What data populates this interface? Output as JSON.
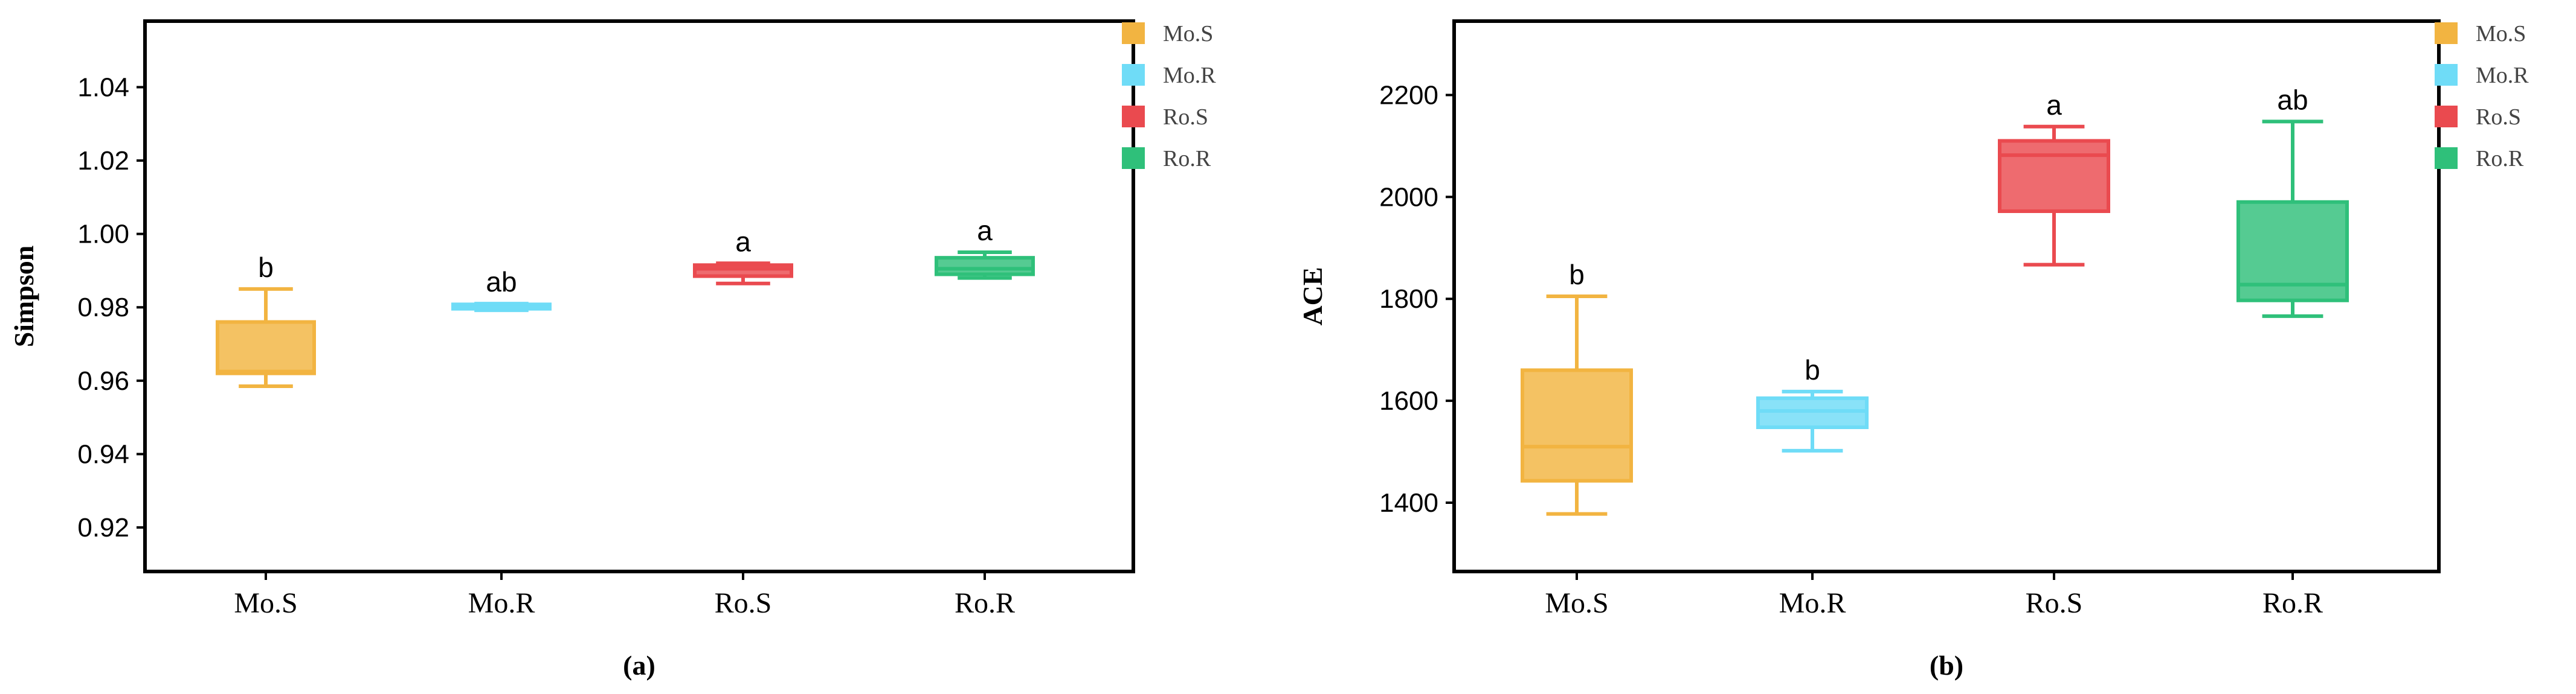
{
  "chart_data": [
    {
      "type": "box",
      "title": "",
      "caption": "(a)",
      "xlabel": "",
      "ylabel": "Simpson",
      "ylim": [
        0.908,
        1.058
      ],
      "yticks": [
        "0.92",
        "0.94",
        "0.96",
        "0.98",
        "1.00",
        "1.02",
        "1.04"
      ],
      "categories": [
        "Mo.S",
        "Mo.R",
        "Ro.S",
        "Ro.R"
      ],
      "legend": {
        "position": "right",
        "entries": [
          "Mo.S",
          "Mo.R",
          "Ro.S",
          "Ro.R"
        ]
      },
      "colors": [
        "#f2b441",
        "#6fdcf7",
        "#ea4a4f",
        "#2fc07a"
      ],
      "boxes": [
        {
          "name": "Mo.S",
          "min": 0.9585,
          "q1": 0.962,
          "median": 0.9625,
          "q3": 0.976,
          "max": 0.985,
          "label": "b"
        },
        {
          "name": "Mo.R",
          "min": 0.9792,
          "q1": 0.9796,
          "median": 0.98,
          "q3": 0.9808,
          "max": 0.981,
          "label": "ab"
        },
        {
          "name": "Ro.S",
          "min": 0.9865,
          "q1": 0.9885,
          "median": 0.9905,
          "q3": 0.9915,
          "max": 0.992,
          "label": "a"
        },
        {
          "name": "Ro.R",
          "min": 0.988,
          "q1": 0.989,
          "median": 0.9905,
          "q3": 0.9935,
          "max": 0.995,
          "label": "a"
        }
      ]
    },
    {
      "type": "box",
      "title": "",
      "caption": "(b)",
      "xlabel": "",
      "ylabel": "ACE",
      "ylim": [
        1265,
        2345
      ],
      "yticks": [
        "1400",
        "1600",
        "1800",
        "2000",
        "2200"
      ],
      "categories": [
        "Mo.S",
        "Mo.R",
        "Ro.S",
        "Ro.R"
      ],
      "legend": {
        "position": "right",
        "entries": [
          "Mo.S",
          "Mo.R",
          "Ro.S",
          "Ro.R"
        ]
      },
      "colors": [
        "#f2b441",
        "#6fdcf7",
        "#ea4a4f",
        "#2fc07a"
      ],
      "boxes": [
        {
          "name": "Mo.S",
          "min": 1378,
          "q1": 1443,
          "median": 1510,
          "q3": 1660,
          "max": 1805,
          "label": "b"
        },
        {
          "name": "Mo.R",
          "min": 1502,
          "q1": 1548,
          "median": 1580,
          "q3": 1605,
          "max": 1618,
          "label": "b"
        },
        {
          "name": "Ro.S",
          "min": 1867,
          "q1": 1972,
          "median": 2082,
          "q3": 2110,
          "max": 2138,
          "label": "a"
        },
        {
          "name": "Ro.R",
          "min": 1766,
          "q1": 1797,
          "median": 1828,
          "q3": 1990,
          "max": 2148,
          "label": "ab"
        }
      ]
    }
  ]
}
